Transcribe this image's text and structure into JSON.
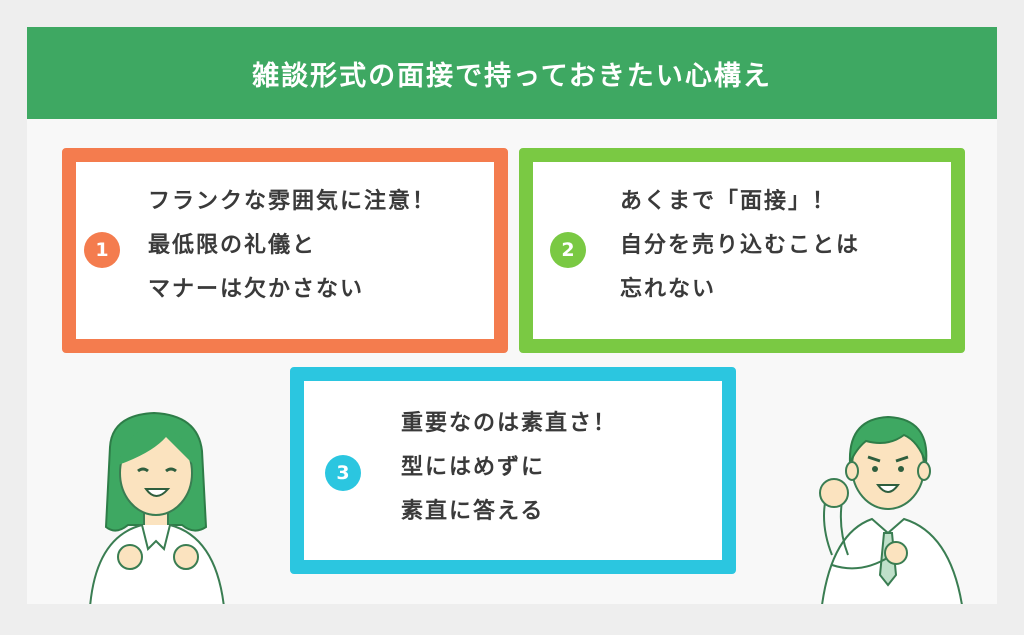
{
  "header": {
    "title": "雑談形式の面接で持っておきたい心構え"
  },
  "colors": {
    "header_bg": "#3ea862",
    "box1": "#f47c4e",
    "box2": "#7ac943",
    "box3": "#2bc6e0",
    "text": "#3a3a3a"
  },
  "tips": [
    {
      "number": "1",
      "lines": [
        "フランクな雰囲気に注意！",
        "最低限の礼儀と",
        "マナーは欠かさない"
      ]
    },
    {
      "number": "2",
      "lines": [
        "あくまで「面接」！",
        "自分を売り込むことは",
        "忘れない"
      ]
    },
    {
      "number": "3",
      "lines": [
        "重要なのは素直さ！",
        "型にはめずに",
        "素直に答える"
      ]
    }
  ]
}
